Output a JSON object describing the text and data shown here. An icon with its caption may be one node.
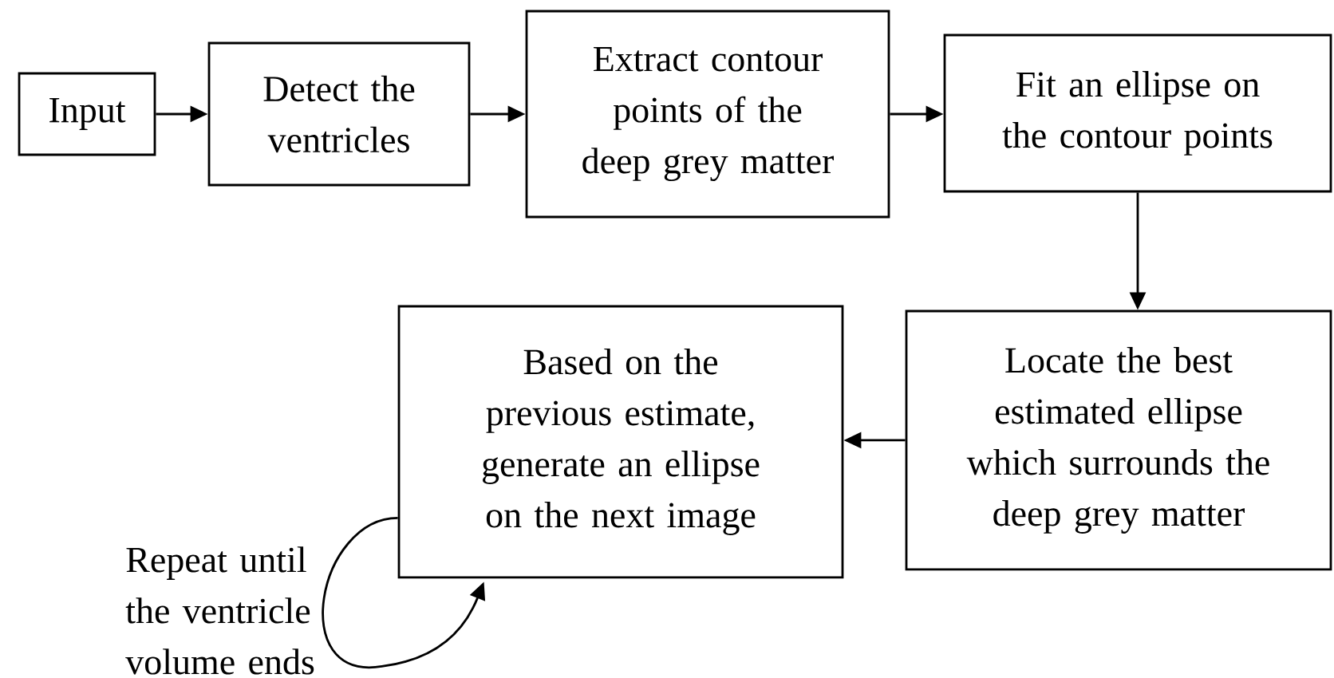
{
  "diagram": {
    "nodes": [
      {
        "text": [
          "Input"
        ]
      },
      {
        "text": [
          "Detect the ventricles"
        ]
      },
      {
        "text": [
          "Extract contour points of the deep grey matter"
        ]
      },
      {
        "text": [
          "Fit an ellipse on the contour points"
        ]
      },
      {
        "text": [
          "Based on the previous estimate, generate an ellipse on the next image"
        ]
      },
      {
        "text": [
          "Locate the best estimated ellipse which surrounds the deep grey matter"
        ]
      }
    ],
    "edges": [
      {
        "from": 0,
        "to": 1,
        "arrow": "to"
      },
      {
        "from": 1,
        "to": 2,
        "arrow": "to"
      },
      {
        "from": 2,
        "to": 3,
        "arrow": "to"
      },
      {
        "from": 3,
        "to": 5,
        "arrow": "to"
      },
      {
        "from": 5,
        "to": 4,
        "arrow": "to"
      },
      {
        "from": 4,
        "to": 4,
        "arrow": "to",
        "label": "Repeat until the ventricle volume ends"
      }
    ]
  }
}
